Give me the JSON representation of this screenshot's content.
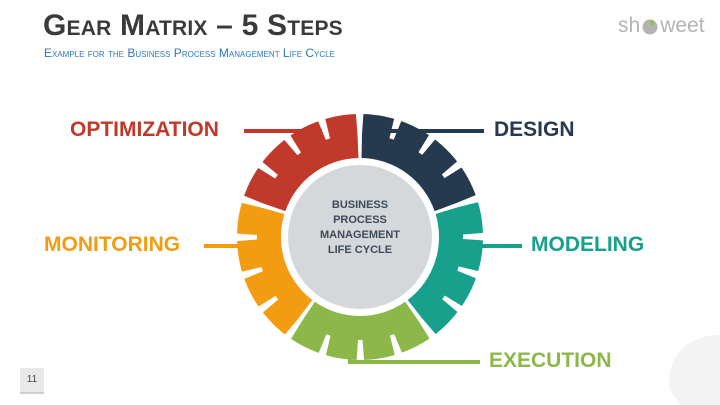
{
  "title": "Gear Matrix – 5 Steps",
  "subtitle": "Example for the Business Process Management Life Cycle",
  "logo": {
    "prefix": "sh",
    "suffix": "weet"
  },
  "center": {
    "lines": [
      "BUSINESS",
      "PROCESS",
      "MANAGEMENT",
      "LIFE CYCLE"
    ]
  },
  "steps": [
    {
      "key": "optimization",
      "label": "OPTIMIZATION",
      "color": "#c0392b"
    },
    {
      "key": "design",
      "label": "DESIGN",
      "color": "#263a4f"
    },
    {
      "key": "modeling",
      "label": "MODELING",
      "color": "#17a08c"
    },
    {
      "key": "execution",
      "label": "EXECUTION",
      "color": "#8cb84a"
    },
    {
      "key": "monitoring",
      "label": "MONITORING",
      "color": "#f39c12"
    }
  ],
  "page_number": "11",
  "colors": {
    "hub": "#d5d8da",
    "logo_accent": "#8cc63f",
    "logo_gray": "#b3b3b3"
  }
}
